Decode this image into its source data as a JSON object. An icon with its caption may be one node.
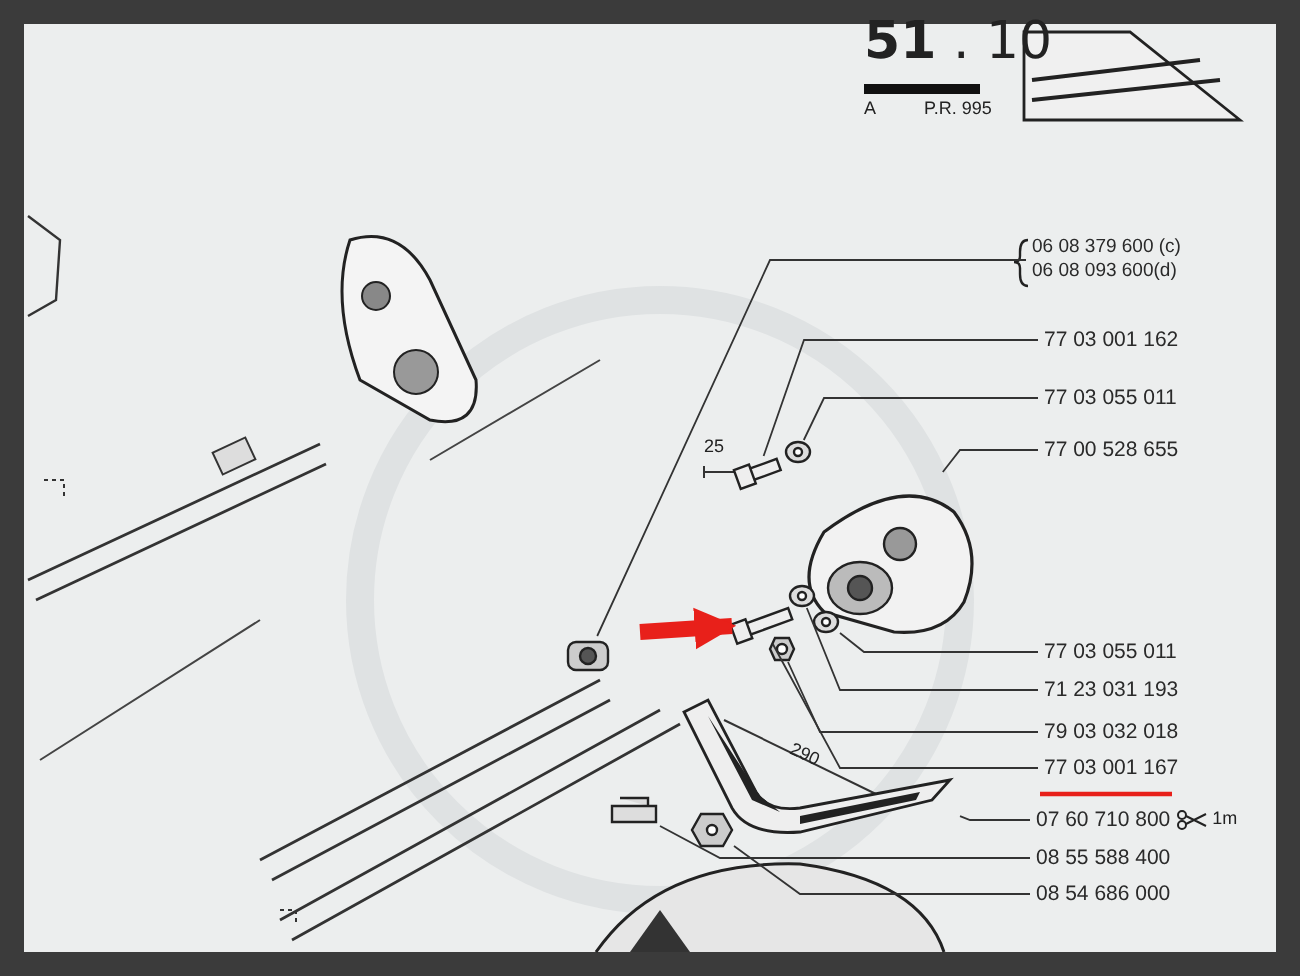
{
  "diagram": {
    "nodes": [
      {
        "text": [
          "06 08 379 600 (c)",
          "06 08 093 600(d)"
        ]
      },
      {
        "text": [
          "77 03 001 162"
        ]
      },
      {
        "text": [
          "77 03 055 011"
        ]
      },
      {
        "text": [
          "77 00 528 655"
        ]
      },
      {
        "text": [
          "77 03 055 011"
        ]
      },
      {
        "text": [
          "71 23 031 193"
        ]
      },
      {
        "text": [
          "79 03 032 018"
        ]
      },
      {
        "text": [
          "77 03 001 167"
        ]
      },
      {
        "text": [
          "07 60 710 800"
        ],
        "beside": [
          "1m"
        ]
      },
      {
        "text": [
          "08 55 588 400"
        ]
      },
      {
        "text": [
          "08 54 686 000"
        ]
      },
      {
        "text": [],
        "shape": "picture"
      },
      {
        "text": [],
        "shape": "picture"
      },
      {
        "text": [],
        "shape": "picture"
      },
      {
        "text": [],
        "shape": "picture"
      },
      {
        "text": [],
        "shape": "picture"
      },
      {
        "text": [],
        "shape": "picture"
      },
      {
        "text": [],
        "shape": "picture"
      },
      {
        "text": [],
        "shape": "picture"
      },
      {
        "text": [],
        "shape": "picture"
      },
      {
        "text": [],
        "shape": "picture"
      },
      {
        "text": [],
        "shape": "picture"
      }
    ],
    "edges": [
      {
        "from": 0,
        "to": 11,
        "arrow": "none"
      },
      {
        "from": 1,
        "to": 12,
        "arrow": "none"
      },
      {
        "from": 2,
        "to": 13,
        "arrow": "none"
      },
      {
        "from": 3,
        "to": 14,
        "arrow": "none"
      },
      {
        "from": 4,
        "to": 15,
        "arrow": "none"
      },
      {
        "from": 5,
        "to": 16,
        "arrow": "none"
      },
      {
        "from": 6,
        "to": 17,
        "arrow": "none"
      },
      {
        "from": 7,
        "to": 18,
        "arrow": "none"
      },
      {
        "from": 8,
        "to": 19,
        "arrow": "none"
      },
      {
        "from": 9,
        "to": 20,
        "arrow": "none"
      },
      {
        "from": 10,
        "to": 21,
        "arrow": "none"
      },
      {
        "from": null,
        "to": 18,
        "arrow": "to",
        "style": "thick",
        "color": "#e8201a"
      }
    ],
    "labels": [
      "**51** . 10",
      "A",
      "P.R. 995",
      "25",
      "290"
    ]
  }
}
